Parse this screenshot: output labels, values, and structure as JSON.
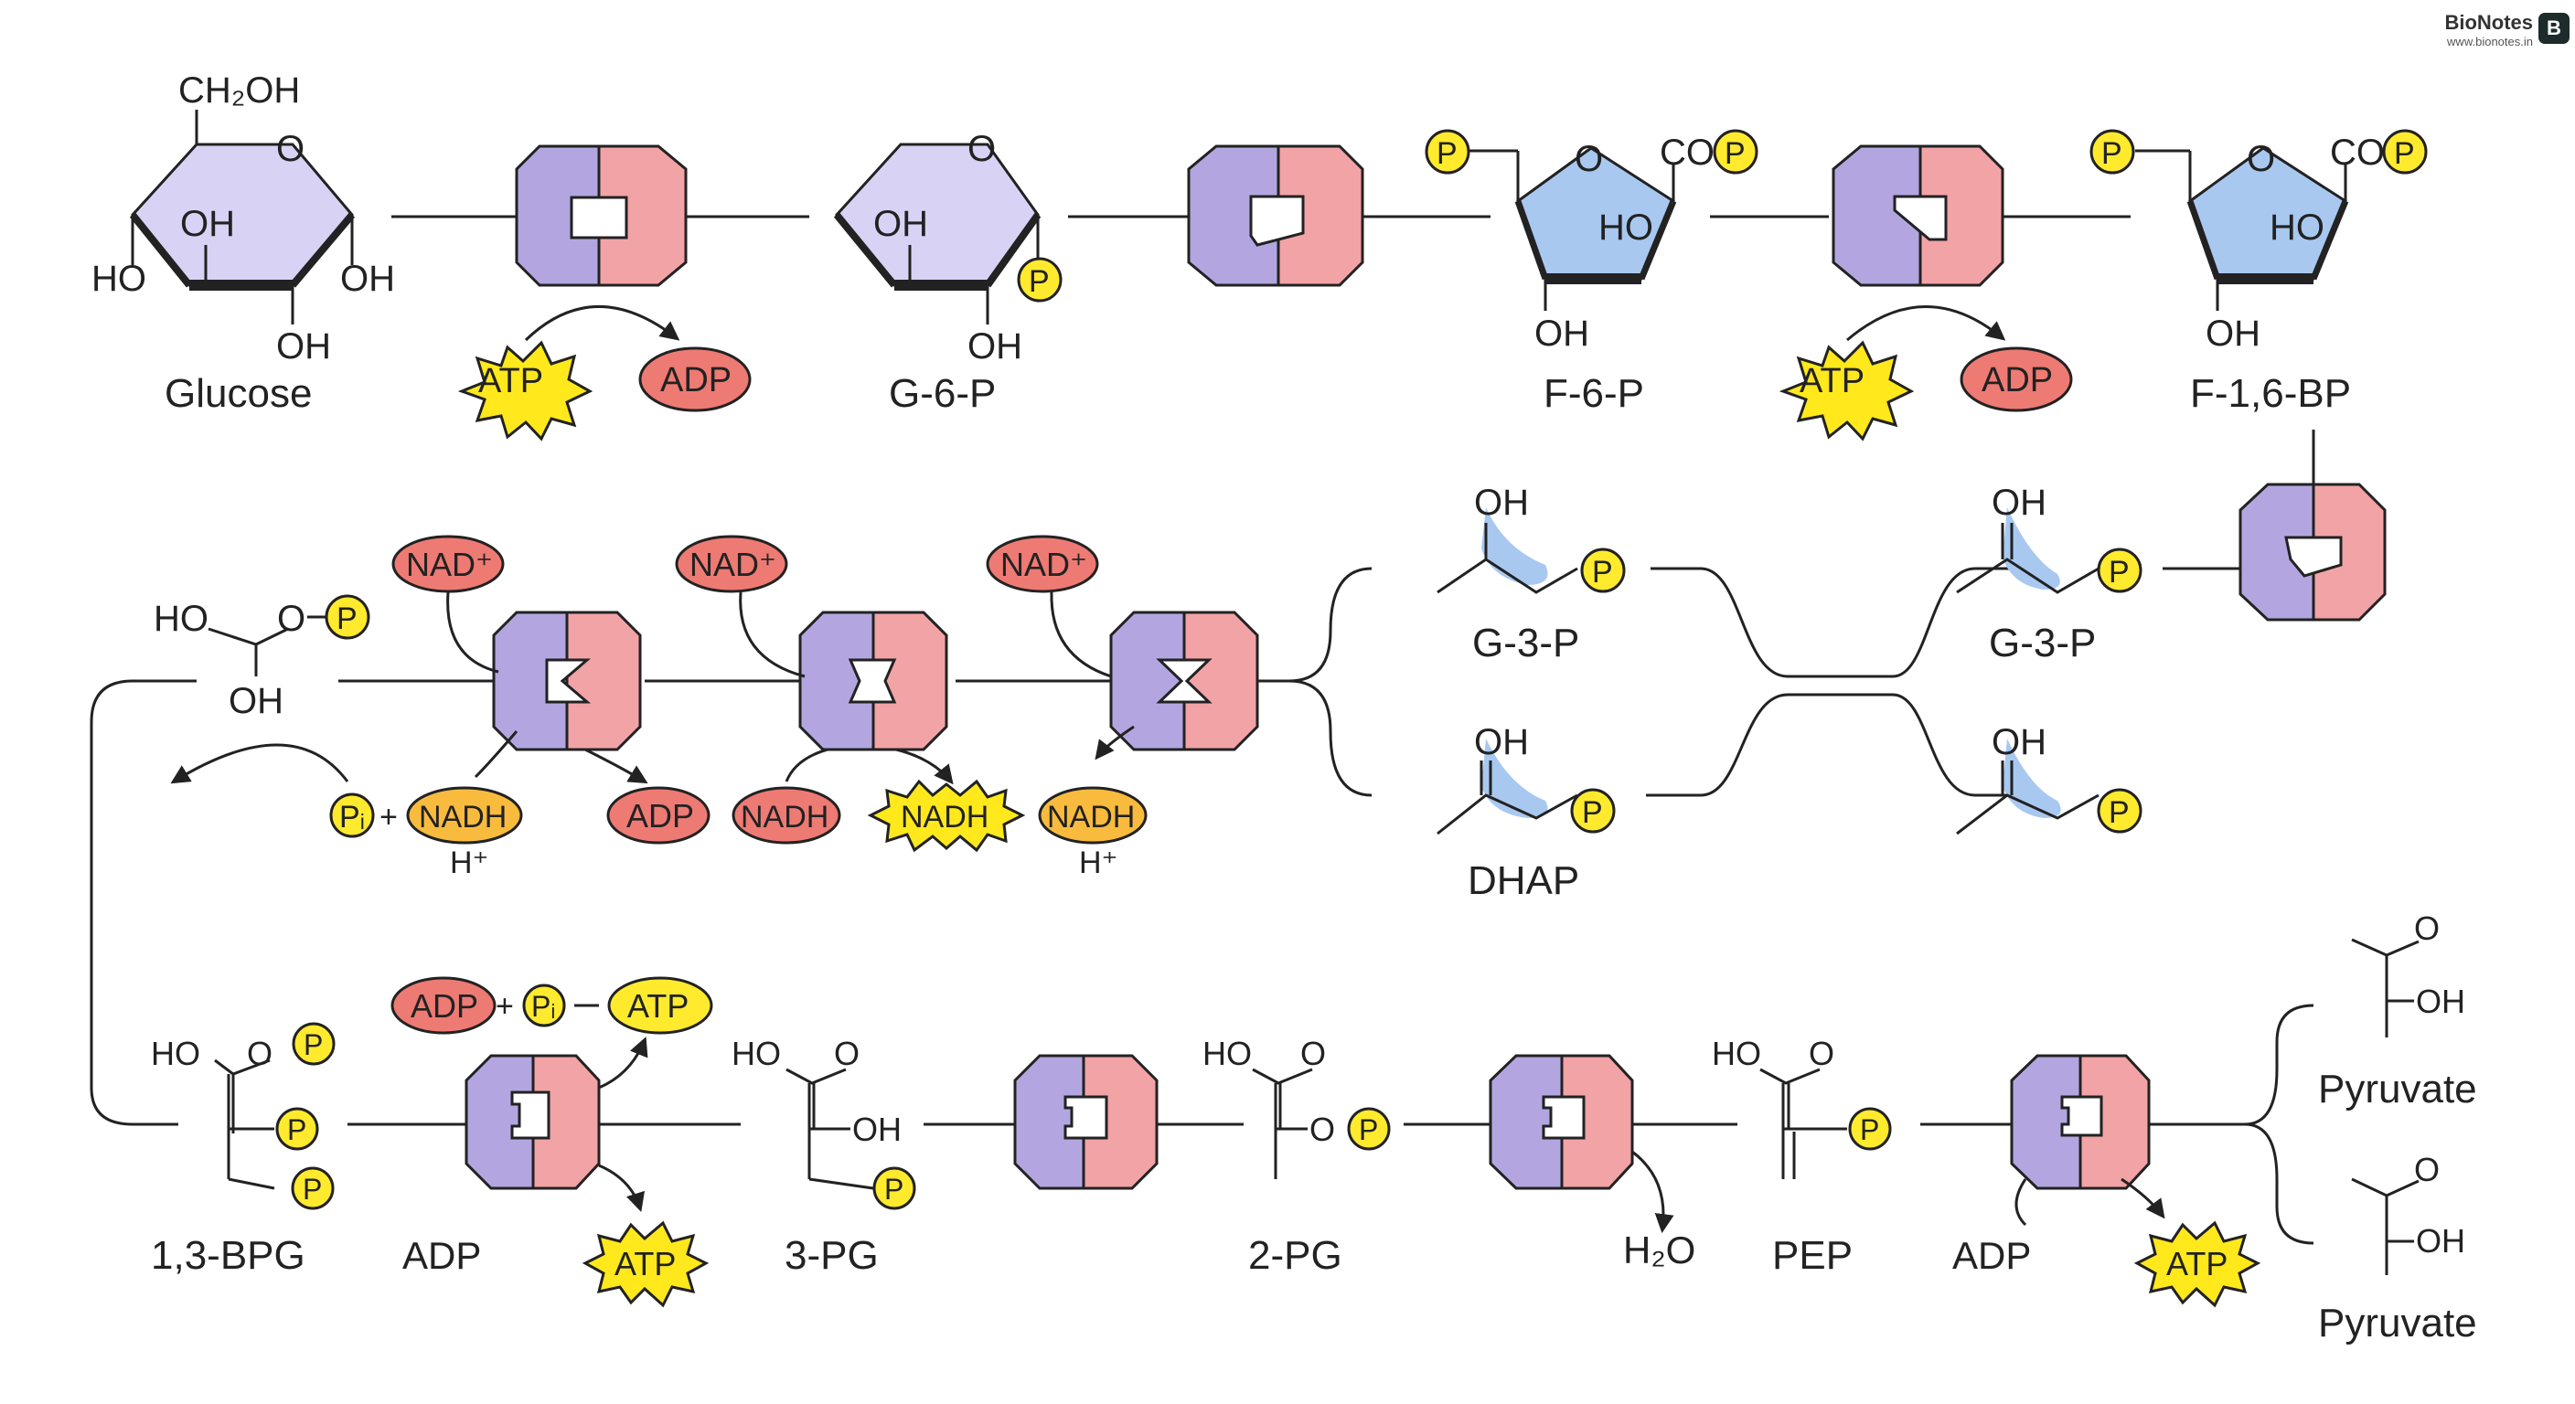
{
  "brand": {
    "name": "BioNotes",
    "url": "www.bionotes.in",
    "logo_letter": "B"
  },
  "groups": {
    "ch2oh": "CH₂OH",
    "oh": "OH",
    "ho": "HO",
    "o": "O",
    "co": "CO",
    "h2o": "H₂O",
    "h_plus": "H⁺",
    "plus": "+"
  },
  "molecules": {
    "glucose": "Glucose",
    "g6p": "G-6-P",
    "f6p": "F-6-P",
    "f16bp": "F-1,6-BP",
    "g3p": "G-3-P",
    "dhap": "DHAP",
    "bpg13": "1,3-BPG",
    "pg3": "3-PG",
    "pg2": "2-PG",
    "pep": "PEP",
    "pyruvate": "Pyruvate"
  },
  "cofactors": {
    "atp": "ATP",
    "adp": "ADP",
    "nad_plus": "NAD⁺",
    "nadh": "NADH",
    "pi": "Pᵢ",
    "p": "P"
  },
  "colors": {
    "enzyme_left": "#b3a6e0",
    "enzyme_right": "#f2a3a6",
    "hexose": "#d8d3f5",
    "pentose": "#a8c8f0",
    "phosphate": "#ffea2e",
    "adp_red": "#ee7a74",
    "nadh_orange": "#f9bb3e",
    "atp_star": "#ffe81c",
    "highlight_blue": "#a8c8f0"
  }
}
